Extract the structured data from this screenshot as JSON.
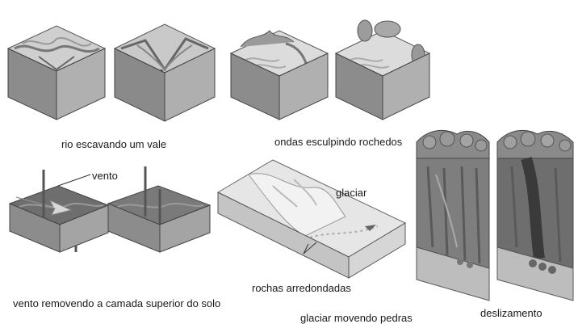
{
  "labels": {
    "river": "rio escavando um vale",
    "waves": "ondas esculpindo rochedos",
    "wind_arrow": "vento",
    "wind_caption": "vento removendo a camada superior do solo",
    "glacier_label": "glaciar",
    "rounded_rocks": "rochas arredondadas",
    "glacier_caption": "glaciar movendo pedras",
    "landslide": "deslizamento"
  }
}
